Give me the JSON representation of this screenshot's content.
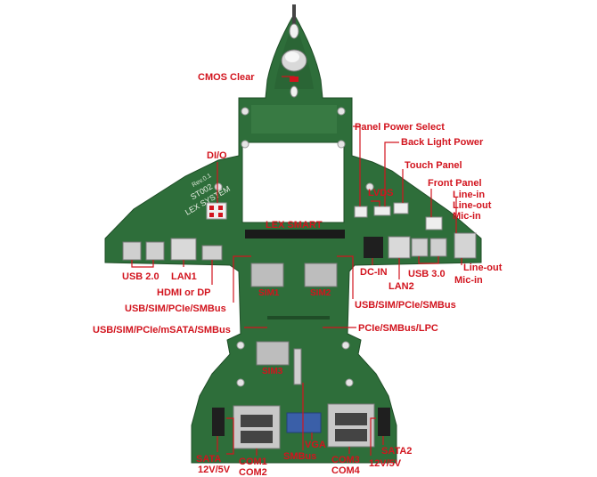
{
  "board": {
    "brand": "LEX SYSTEM",
    "model": "ST002",
    "revision": "Rev.0.1",
    "slot_label": "LEX SMART",
    "sims": [
      "SIM1",
      "SIM2",
      "SIM3"
    ]
  },
  "labels": {
    "cmos_clear": "CMOS Clear",
    "dio": "DI/O",
    "panel_power_select": "Panel Power Select",
    "back_light_power": "Back Light Power",
    "lvds": "LVDS",
    "touch_panel": "Touch Panel",
    "front_panel": "Front Panel",
    "line_in": "Line-in",
    "line_out_top": "Line-out",
    "mic_in_top": "Mic-in",
    "usb20": "USB 2.0",
    "lan1": "LAN1",
    "hdmi_dp": "HDMI or DP",
    "usb_sim_left": "USB/SIM/PCIe/SMBus",
    "usb_sim_msata": "USB/SIM/PCIe/mSATA/SMBus",
    "dc_in": "DC-IN",
    "usb30": "USB 3.0",
    "lan2": "LAN2",
    "line_out_right": "Line-out",
    "mic_in_right": "Mic-in",
    "usb_sim_right": "USB/SIM/PCIe/SMBus",
    "pcie_lpc": "PCIe/SMBus/LPC",
    "sata1": "SATA",
    "power1": "12V/5V",
    "com1": "COM1",
    "com2": "COM2",
    "vga": "VGA",
    "smbus": "SMBus",
    "com3": "COM3",
    "com4": "COM4",
    "sata2": "SATA2",
    "power2": "12V/5V"
  },
  "colors": {
    "pcb": "#2e6e3a",
    "pcb_dark": "#245a2e",
    "label": "#d2141e",
    "connector_silver": "#c8c8c8",
    "vga_blue": "#3a5fa8"
  }
}
